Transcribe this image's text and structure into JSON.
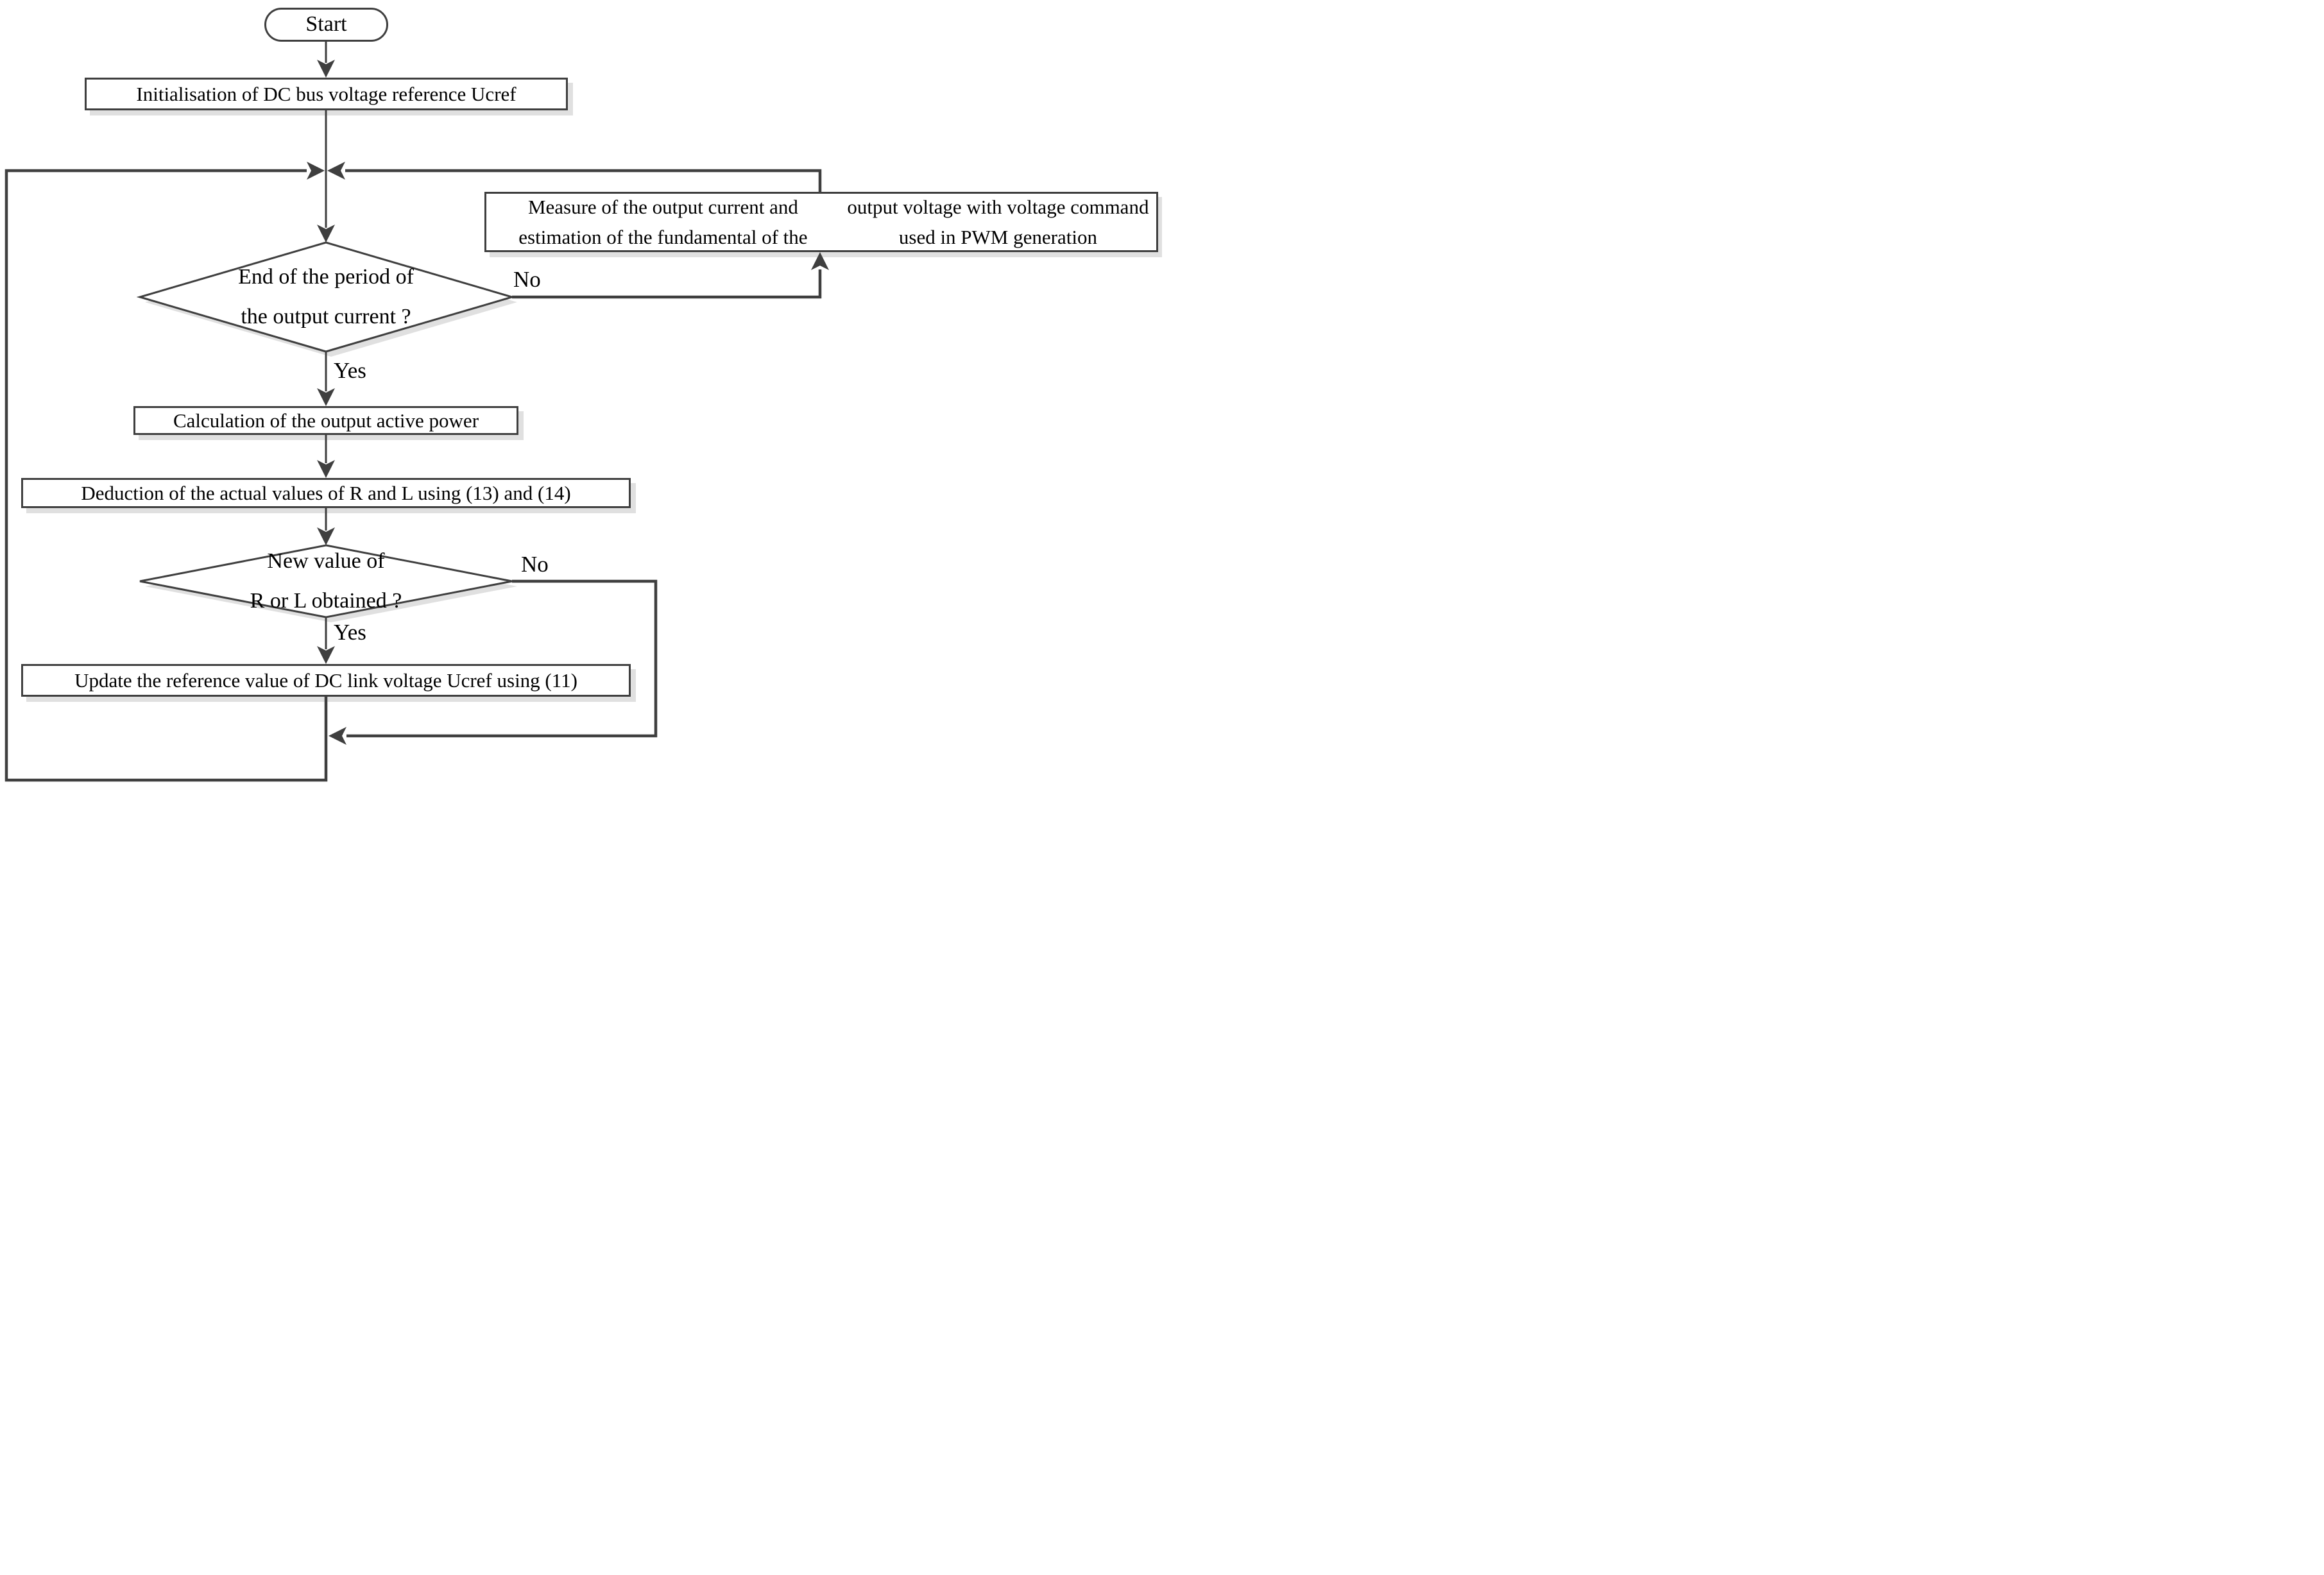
{
  "diagram": {
    "kind": "flowchart",
    "nodes": {
      "start": "Start",
      "init": "Initialisation of DC bus voltage reference Ucref",
      "measure": {
        "lines": [
          "Measure of the output current and estimation of the fundamental of the",
          "output voltage with voltage command used in PWM generation"
        ]
      },
      "decision_period": {
        "lines": [
          "End of the period of",
          "the output current ?"
        ]
      },
      "calc_power": "Calculation of the output active power",
      "deduce_rl": "Deduction of the actual values of R and L using (13) and (14)",
      "decision_new_rl": {
        "lines": [
          "New value of",
          "R or L obtained ?"
        ]
      },
      "update_ref": "Update the reference value of DC link voltage Ucref using (11)"
    },
    "edge_labels": {
      "period_no": "No",
      "period_yes": "Yes",
      "new_rl_no": "No",
      "new_rl_yes": "Yes"
    },
    "colors": {
      "line": "#3f3f3f",
      "shadow": "#e0e0e0",
      "text": "#000000",
      "background": "#ffffff",
      "node_fill": "#ffffff"
    }
  }
}
